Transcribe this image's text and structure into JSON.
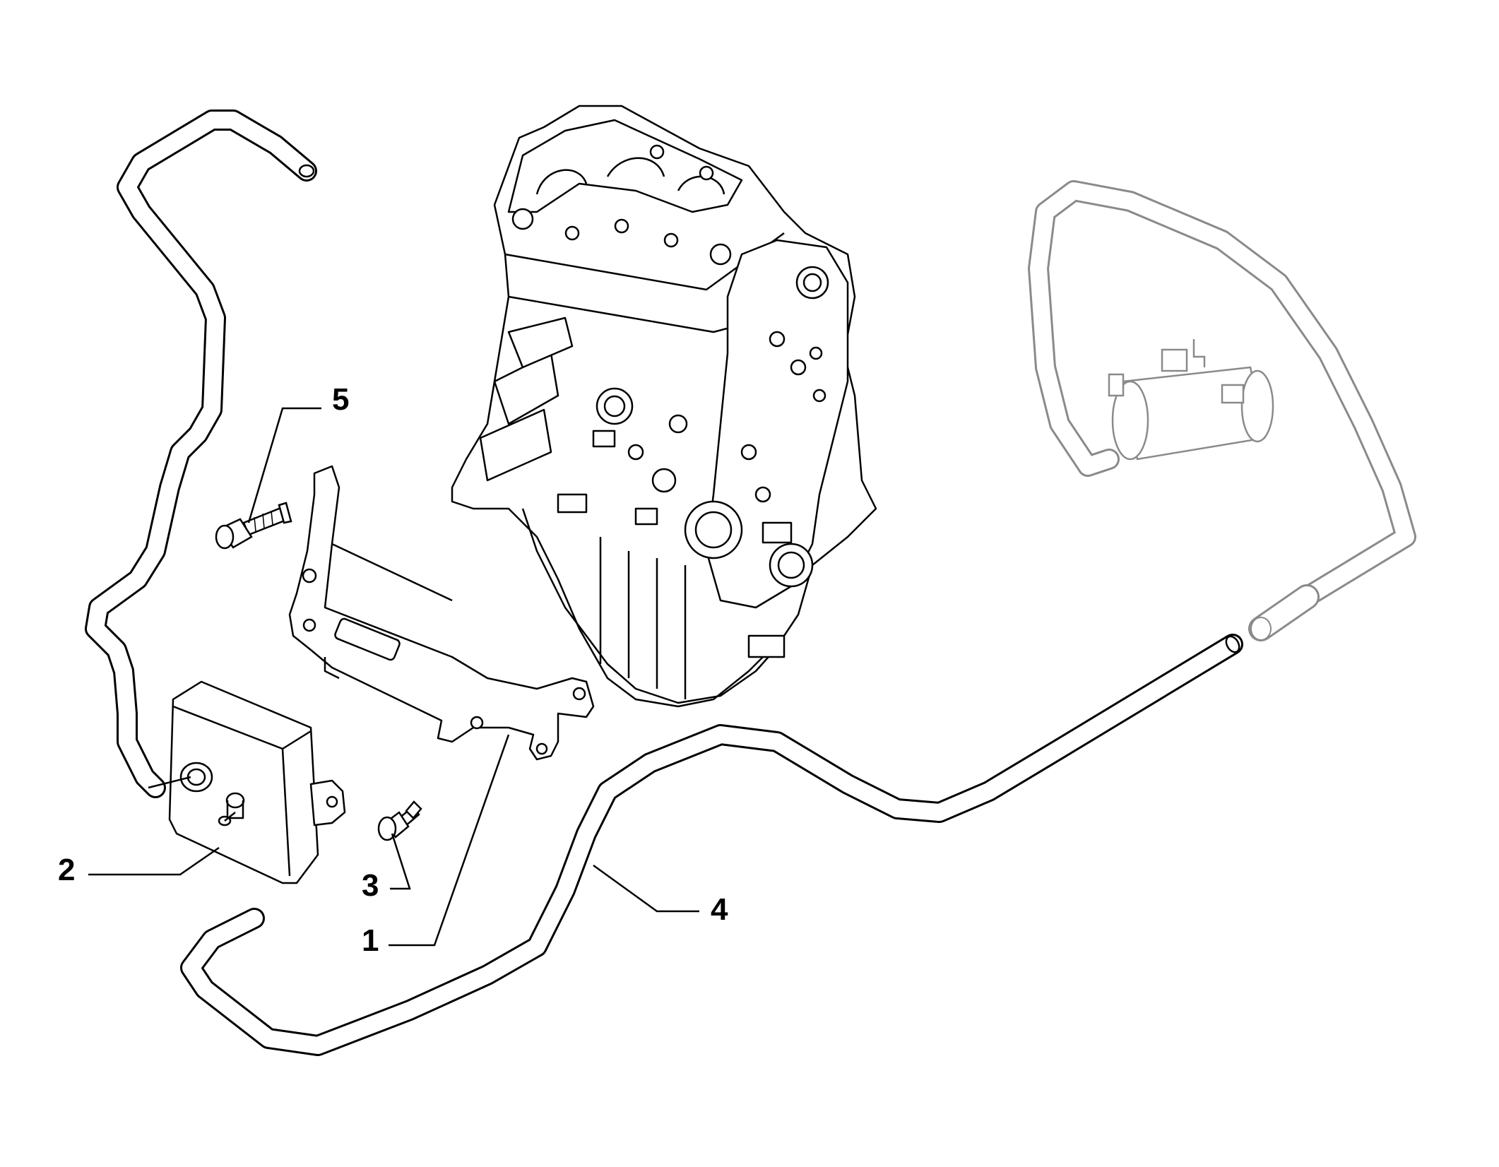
{
  "callouts": {
    "c1": "1",
    "c2": "2",
    "c3": "3",
    "c4": "4",
    "c5": "5"
  },
  "colors": {
    "line": "#000000",
    "ghost_line": "#8a8a8a",
    "background": "#ffffff"
  }
}
